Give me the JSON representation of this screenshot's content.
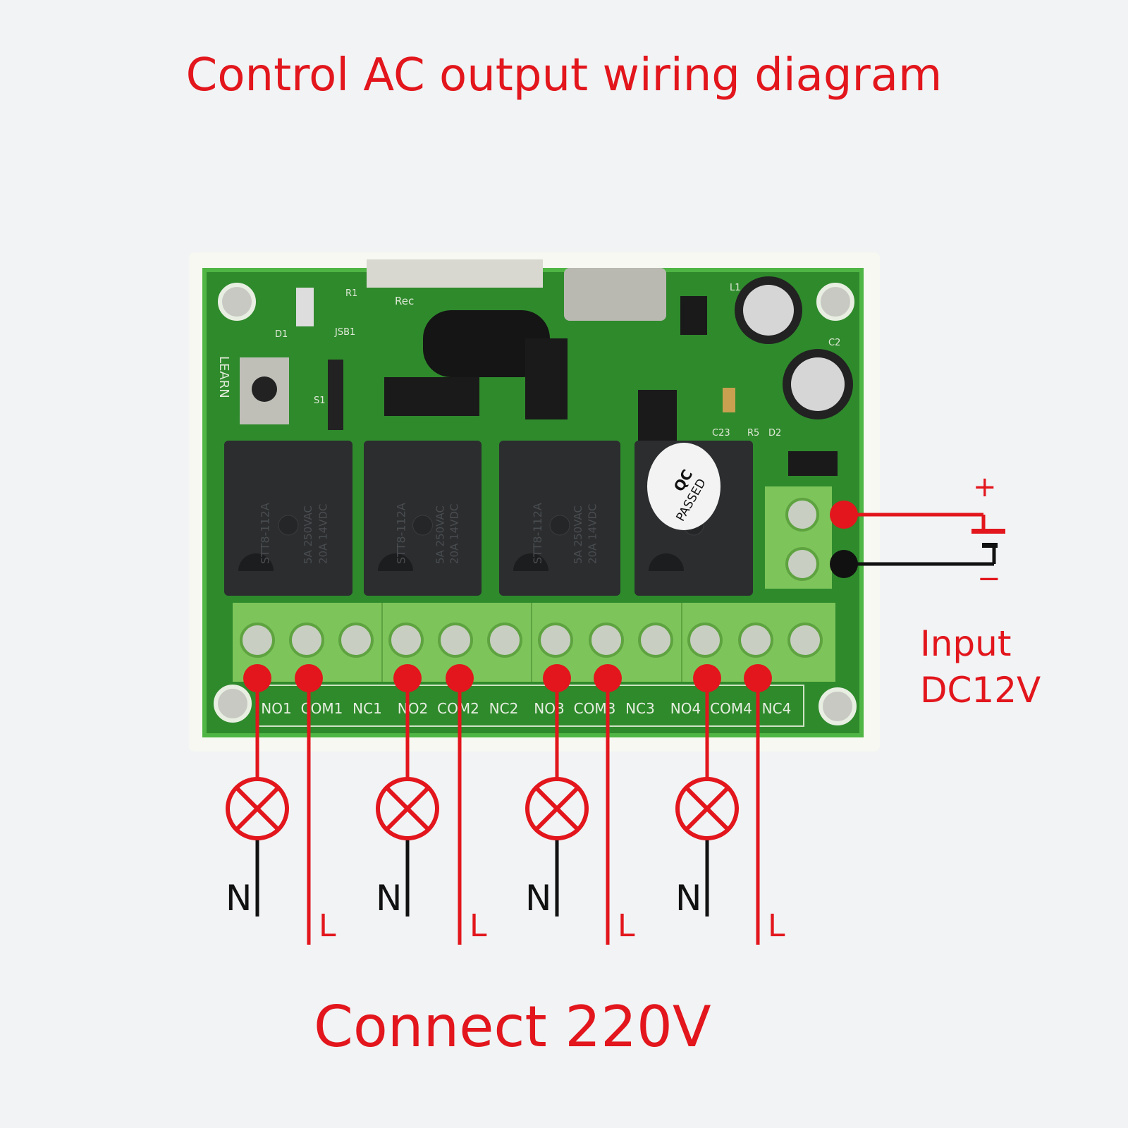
{
  "title": "Control AC output wiring diagram",
  "footer": "Connect 220V",
  "power_input": {
    "line1": "Input",
    "line2": "DC12V",
    "plus": "+",
    "minus": "−"
  },
  "terminals": [
    "NO1",
    "COM1",
    "NC1",
    "NO2",
    "COM2",
    "NC2",
    "NO3",
    "COM3",
    "NC3",
    "NO4",
    "COM4",
    "NC4"
  ],
  "relay": {
    "model": "STT8-112A",
    "rating1": "5A 250VAC",
    "rating2": "20A 14VDC"
  },
  "sticker": {
    "line1": "QC",
    "line2": "PASSED"
  },
  "pcb_labels": {
    "learn": "LEARN",
    "jsb": "JSB1",
    "d1": "D1",
    "r1": "R1",
    "l1": "L1",
    "c2": "C2",
    "s1": "S1",
    "d2": "D2",
    "r5": "R5",
    "c23": "C23",
    "rec": "Rec"
  },
  "loads": [
    {
      "neutral": "N",
      "live": "L"
    },
    {
      "neutral": "N",
      "live": "L"
    },
    {
      "neutral": "N",
      "live": "L"
    },
    {
      "neutral": "N",
      "live": "L"
    }
  ],
  "colors": {
    "accent": "#e2161c",
    "pcb": "#2f8a2c",
    "terminal": "#7dc55a",
    "relay": "#2b2d2f"
  }
}
